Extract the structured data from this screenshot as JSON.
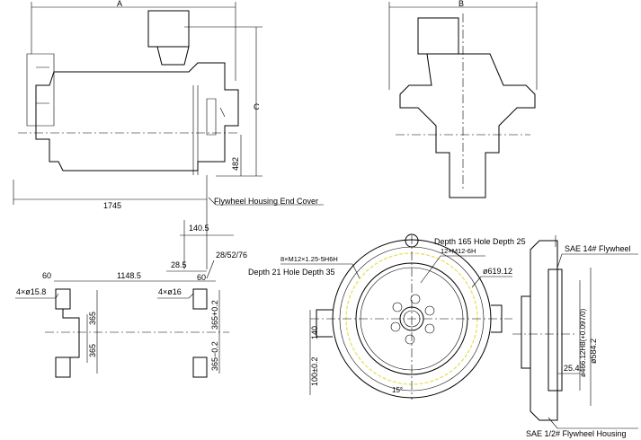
{
  "dims": {
    "A": "A",
    "B": "B",
    "C": "C",
    "d482": "482",
    "d1745": "1745",
    "d140_5": "140.5",
    "d28_52_76": "28/52/76",
    "d28_5": "28.5",
    "d60a": "60",
    "d1148_5": "1148.5",
    "d60b": "60",
    "holes15_8": "4×ø15.8",
    "holes16": "4×ø16",
    "d365a": "365",
    "d365b": "365",
    "d365p": "365+0.2",
    "d365m": "365−0.2",
    "thread1": "8×M12×1.25-5H6H",
    "depth1": "Depth 21  Hole Depth 35",
    "d140": "140",
    "d100": "100±0.2",
    "depth2": "Depth 165  Hole Depth 25",
    "thread2": "12×M12-6H",
    "d619": "ø619.12",
    "angle": "15°",
    "d466": "ø466.12H8(+0.097/0)",
    "d584": "ø584.2",
    "d25_4": "25.4"
  },
  "labels": {
    "end_cover": "Flywheel Housing End Cover",
    "flywheel": "SAE 14# Flywheel",
    "housing": "SAE 1/2# Flywheel Housing"
  }
}
